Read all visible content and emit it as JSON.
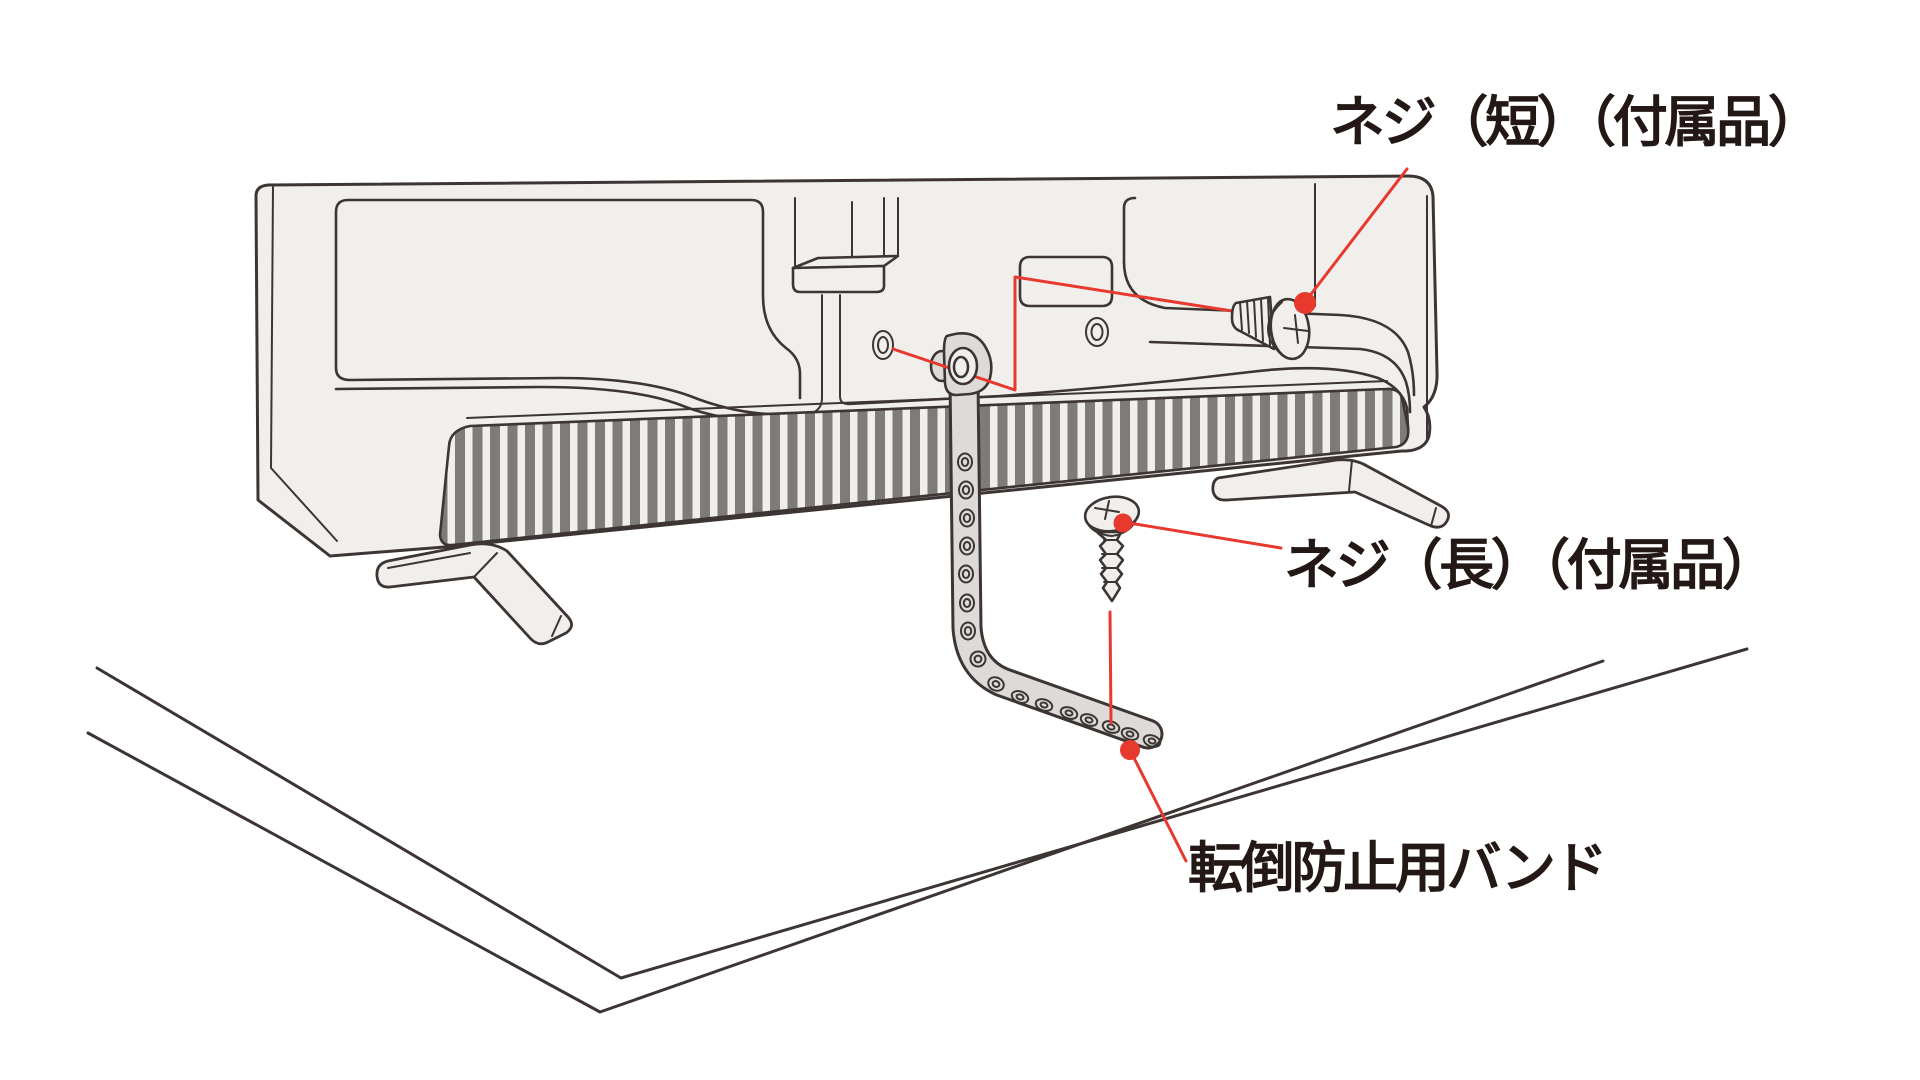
{
  "illustration": {
    "kind": "tv-anti-tip-band-installation-diagram",
    "callouts": {
      "screw_short": {
        "text": "ネジ（短）（付属品）"
      },
      "screw_long": {
        "text": "ネジ（長）（付属品）"
      },
      "band": {
        "text": "転倒防止用バンド"
      }
    },
    "colors": {
      "background": "#ffffff",
      "outline": "#3d3533",
      "red": "#e8392f",
      "body": "#f0efec",
      "stripe": "#7e7b7a",
      "band": "#dcdbd8",
      "text": "#231815"
    }
  }
}
